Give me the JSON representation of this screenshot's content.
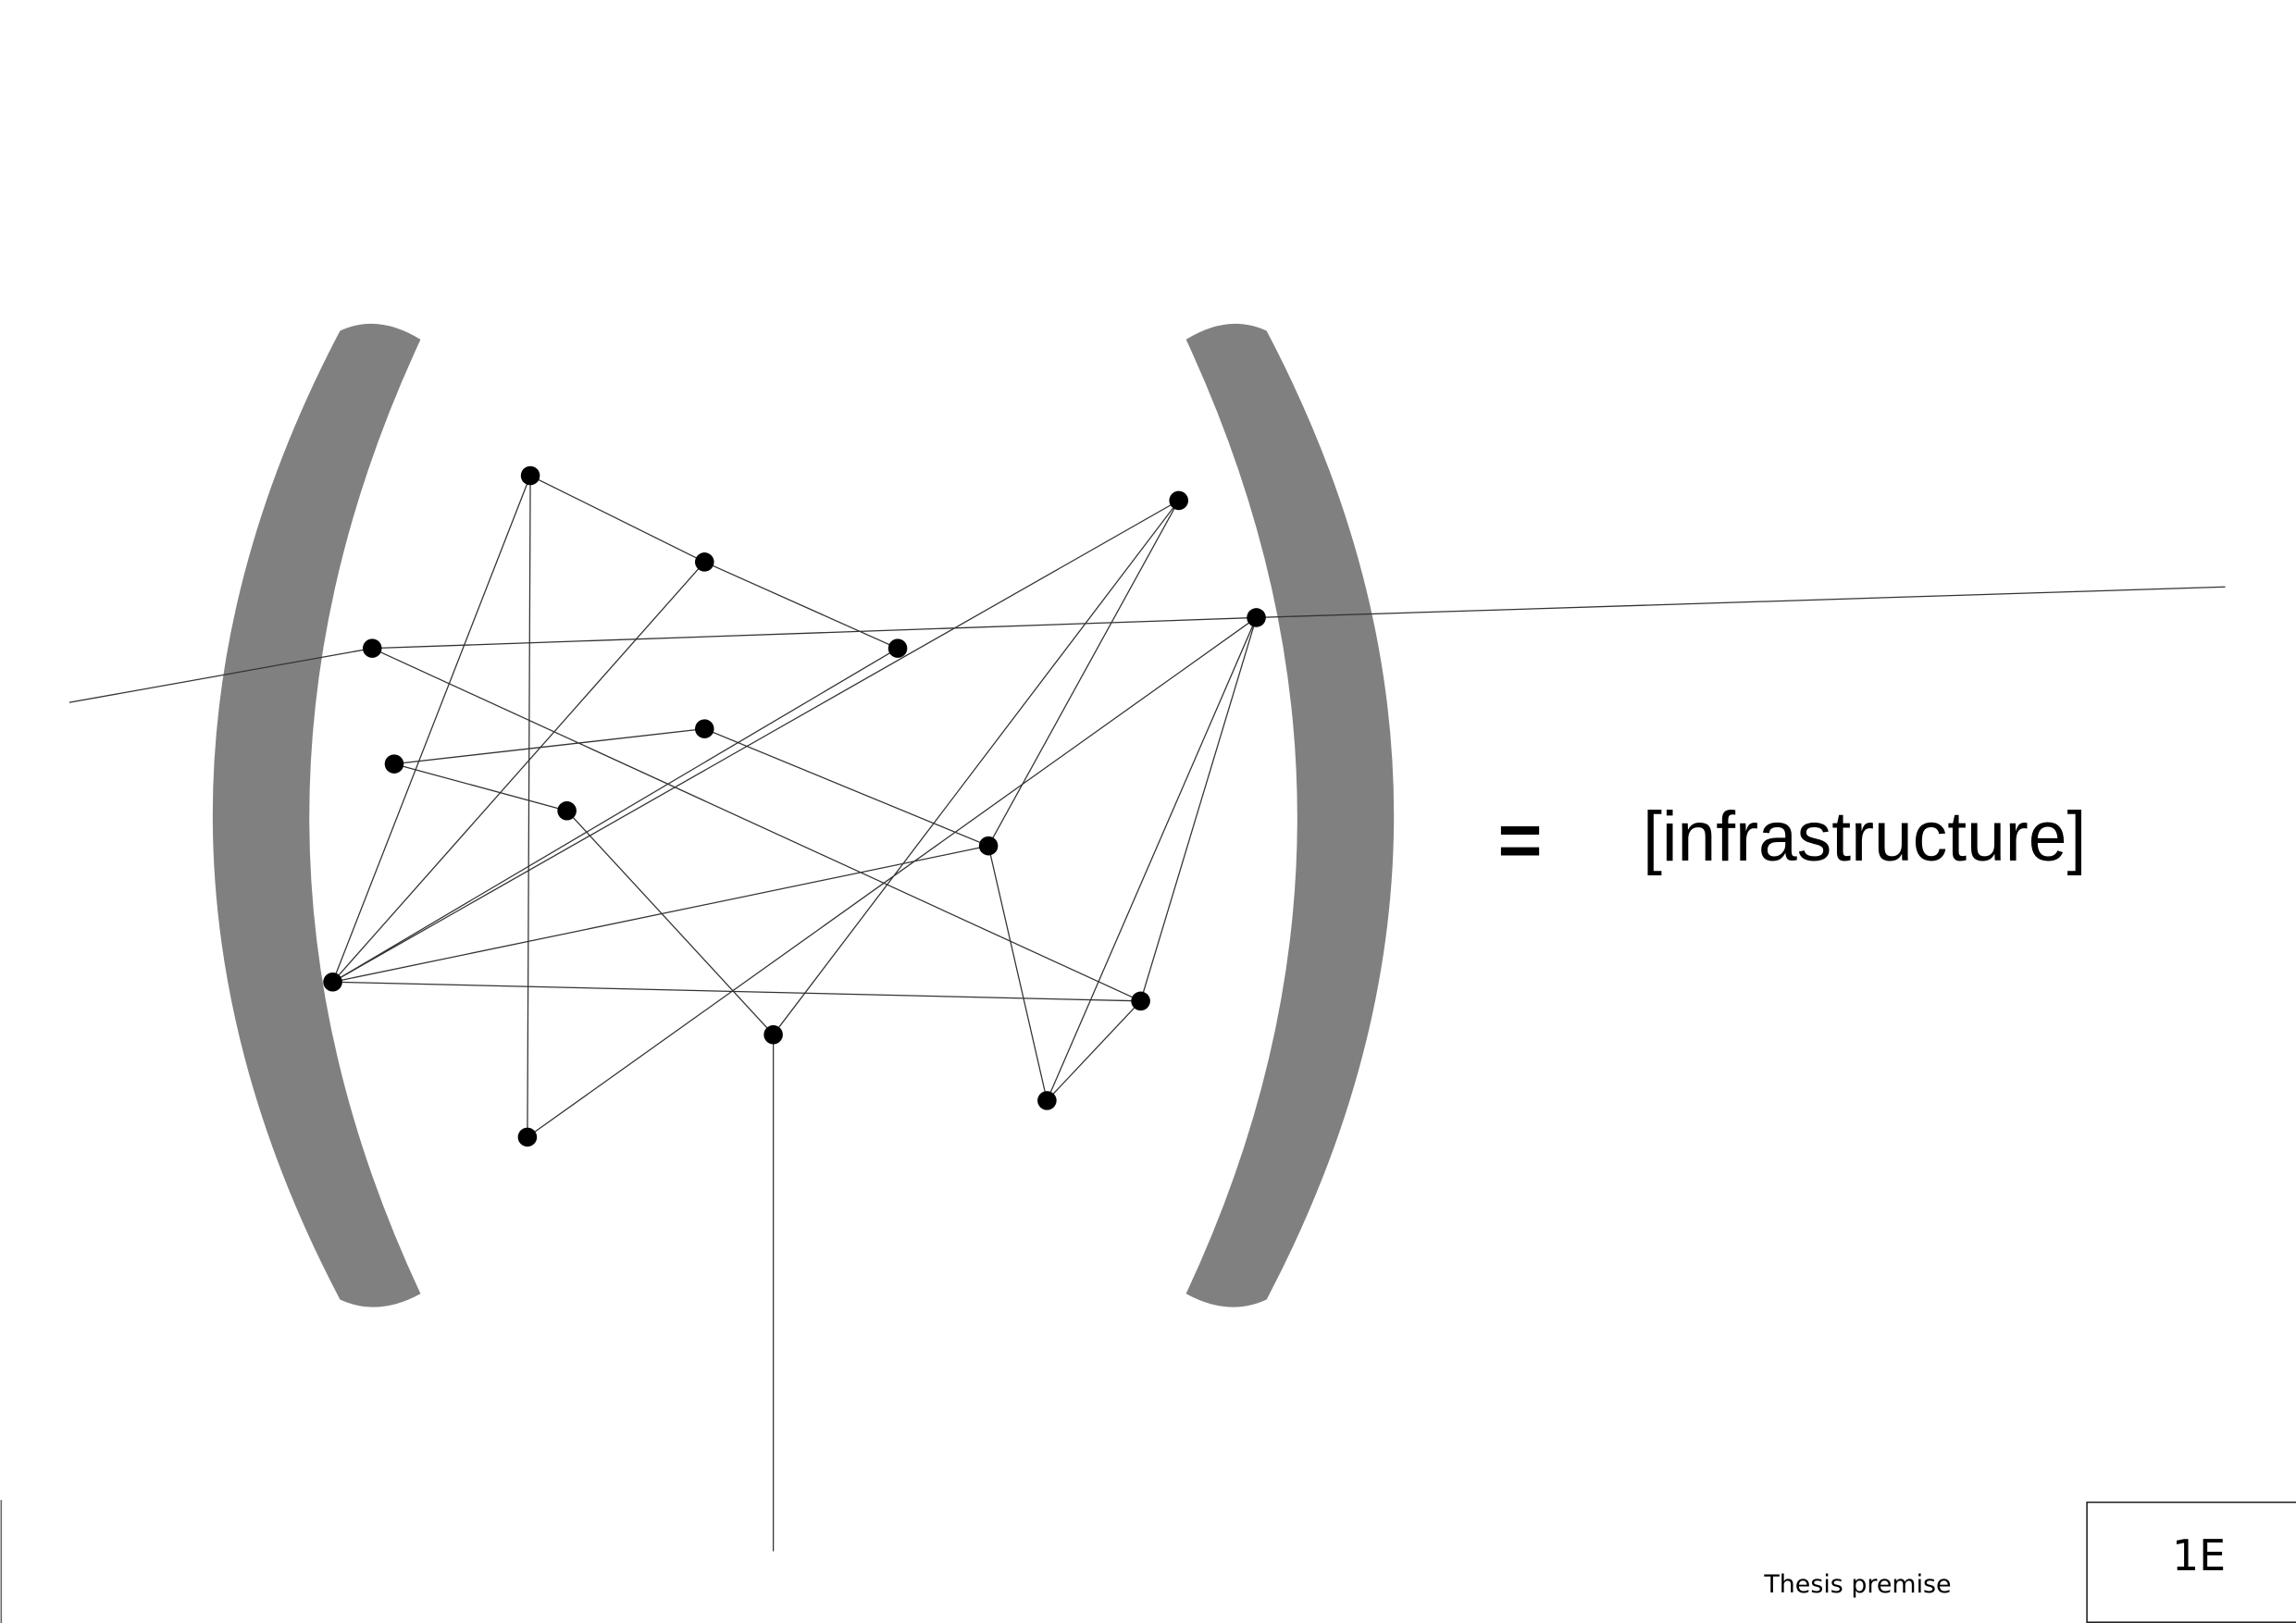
{
  "equation": {
    "equals_sign": "=",
    "result_label": "[infrastructure]"
  },
  "footer": {
    "caption": "Thesis premise",
    "sheet_number": "1E"
  },
  "colors": {
    "parenthesis": "#808080",
    "node": "#000000",
    "edge": "#333333"
  }
}
